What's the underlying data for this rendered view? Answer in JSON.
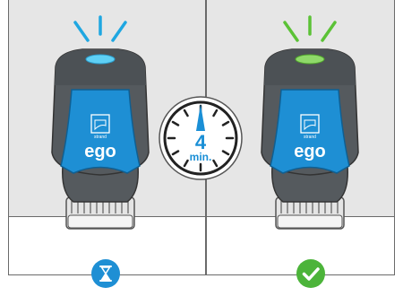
{
  "colors": {
    "background": "#e6e6e6",
    "device_body": "#555a5e",
    "device_dark": "#3a3f43",
    "sleeve": "#1e8fd4",
    "sleeve_dark": "#1676b3",
    "led_blue": "#5fd0f5",
    "led_green": "#8fd96a",
    "ray_blue": "#1fa7e1",
    "ray_green": "#5bc236",
    "timer_accent": "#1a8fd6"
  },
  "left_device": {
    "logo_text": "ego",
    "brand_text": "strand",
    "led_state": "blue"
  },
  "right_device": {
    "logo_text": "ego",
    "brand_text": "strand",
    "led_state": "green"
  },
  "timer": {
    "value": "4",
    "unit": "min."
  },
  "status": {
    "left_icon": "hourglass-icon",
    "right_icon": "checkmark-icon"
  }
}
